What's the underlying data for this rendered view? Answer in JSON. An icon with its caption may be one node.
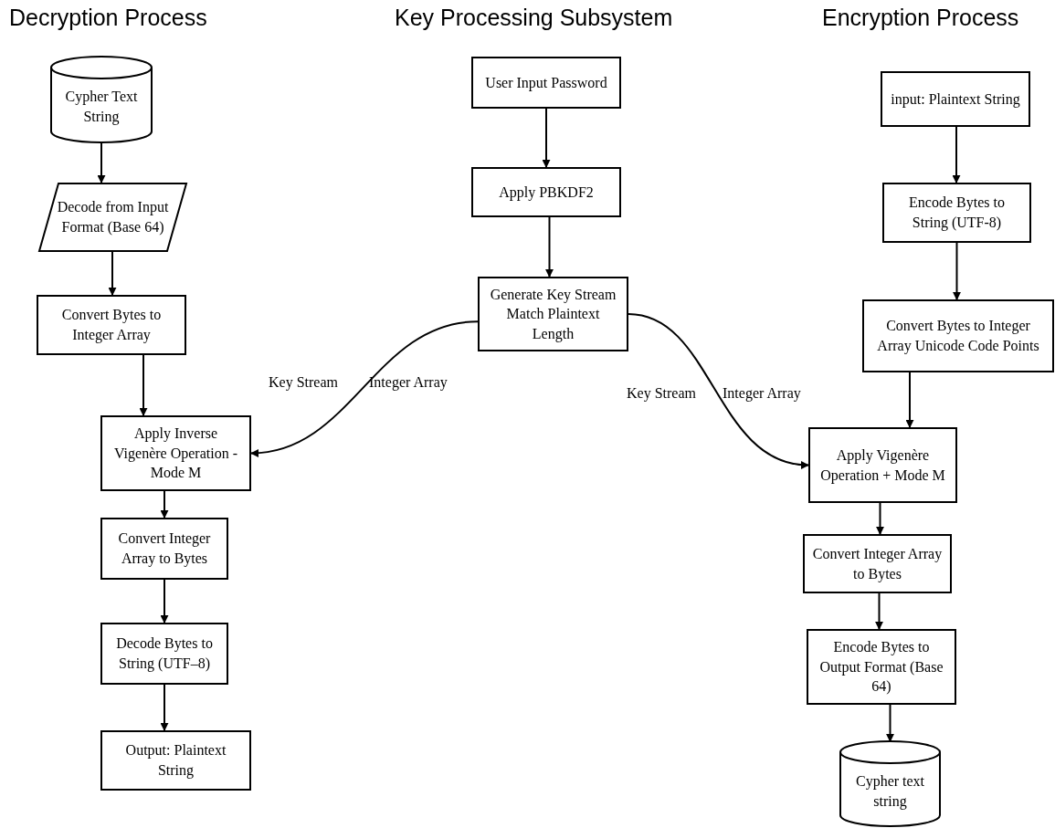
{
  "diagram": {
    "nodes": [
      {
        "text": [
          "Cypher Text String"
        ]
      },
      {
        "text": [
          "Decode from Input Format (Base 64)"
        ]
      },
      {
        "text": [
          "Convert Bytes to Integer Array"
        ]
      },
      {
        "text": [
          "Apply Inverse Vigenère Operation - Mode M"
        ]
      },
      {
        "text": [
          "Convert Integer Array to Bytes"
        ]
      },
      {
        "text": [
          "Decode Bytes to String (UTF–8)"
        ]
      },
      {
        "text": [
          "Output: Plaintext String"
        ]
      },
      {
        "text": [
          "User Input Password"
        ]
      },
      {
        "text": [
          "Apply PBKDF2"
        ]
      },
      {
        "text": [
          "Generate Key Stream Match Plaintext Length"
        ]
      },
      {
        "text": [
          "input: Plaintext String"
        ]
      },
      {
        "text": [
          "Encode Bytes to String (UTF-8)"
        ]
      },
      {
        "text": [
          "Convert Bytes to Integer Array Unicode Code Points"
        ]
      },
      {
        "text": [
          "Apply Vigenère Operation + Mode M"
        ]
      },
      {
        "text": [
          "Convert Integer Array to Bytes"
        ]
      },
      {
        "text": [
          "Encode Bytes to Output Format (Base 64)"
        ]
      },
      {
        "text": [
          "Cypher text string"
        ]
      }
    ],
    "edges": [
      {
        "from": 0,
        "to": 1,
        "arrow": "to"
      },
      {
        "from": 1,
        "to": 2,
        "arrow": "to"
      },
      {
        "from": 2,
        "to": 3,
        "arrow": "to"
      },
      {
        "from": 3,
        "to": 4,
        "arrow": "to"
      },
      {
        "from": 4,
        "to": 5,
        "arrow": "to"
      },
      {
        "from": 5,
        "to": 6,
        "arrow": "to"
      },
      {
        "from": 7,
        "to": 8,
        "arrow": "to"
      },
      {
        "from": 8,
        "to": 9,
        "arrow": "to"
      },
      {
        "from": 9,
        "to": 3,
        "arrow": "to"
      },
      {
        "from": 9,
        "to": 13,
        "arrow": "to"
      },
      {
        "from": 10,
        "to": 11,
        "arrow": "to"
      },
      {
        "from": 11,
        "to": 12,
        "arrow": "to"
      },
      {
        "from": 12,
        "to": 13,
        "arrow": "to"
      },
      {
        "from": 13,
        "to": 14,
        "arrow": "to"
      },
      {
        "from": 14,
        "to": 15,
        "arrow": "to"
      },
      {
        "from": 15,
        "to": 16,
        "arrow": "to"
      }
    ],
    "labels": [
      "Decryption Process",
      "Key Processing Subsystem",
      "Encryption Process",
      "Key Stream",
      "Integer Array",
      "Key Stream",
      "Integer Array"
    ]
  }
}
